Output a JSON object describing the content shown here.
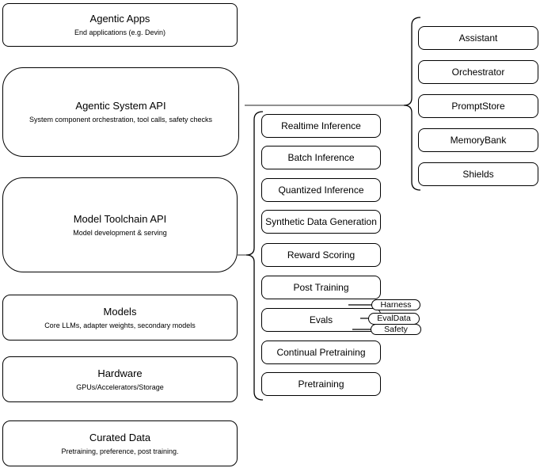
{
  "diagram": {
    "colors": {
      "stroke": "#000000",
      "connector": "#6b6b6b",
      "fill": "#ffffff",
      "text": "#000000"
    },
    "left_stack": [
      {
        "title": "Agentic Apps",
        "subtitle": "End applications (e.g. Devin)"
      },
      {
        "title": "Agentic System API",
        "subtitle": "System component orchestration, tool calls, safety checks"
      },
      {
        "title": "Model Toolchain API",
        "subtitle": "Model development & serving"
      },
      {
        "title": "Models",
        "subtitle": "Core LLMs, adapter weights, secondary models"
      },
      {
        "title": "Hardware",
        "subtitle": "GPUs/Accelerators/Storage"
      },
      {
        "title": "Curated Data",
        "subtitle": "Pretraining, preference, post training."
      }
    ],
    "toolchain_items": [
      "Realtime Inference",
      "Batch Inference",
      "Quantized Inference",
      "Synthetic Data Generation",
      "Reward Scoring",
      "Post Training",
      "Evals",
      "Continual Pretraining",
      "Pretraining"
    ],
    "eval_tags": [
      "Harness",
      "EvalData",
      "Safety"
    ],
    "system_components": [
      "Assistant",
      "Orchestrator",
      "PromptStore",
      "MemoryBank",
      "Shields"
    ]
  }
}
